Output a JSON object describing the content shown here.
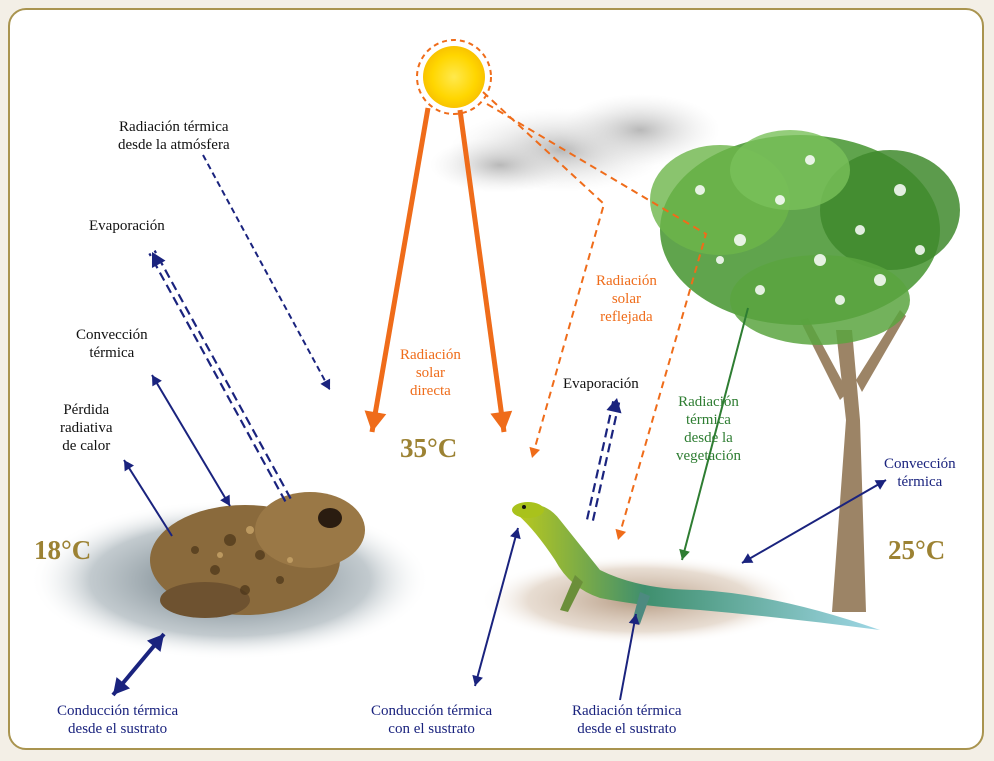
{
  "colors": {
    "frame": "#a9944f",
    "temperature": "#9c8233",
    "solar": "#ef6c1a",
    "heat_flux": "#1a237e",
    "vegetation": "#2e7d32",
    "sun": "#ffd600"
  },
  "temperatures": {
    "left": "18°C",
    "center": "35°C",
    "right": "25°C"
  },
  "labels": {
    "atmosphere_radiation": [
      "Radiación térmica",
      "desde la atmósfera"
    ],
    "evaporation_left": [
      "Evaporación"
    ],
    "convection_left": [
      "Convección",
      "térmica"
    ],
    "radiative_loss": [
      "Pérdida",
      "radiativa",
      "de calor"
    ],
    "direct_solar": [
      "Radiación",
      "solar",
      "directa"
    ],
    "reflected_solar": [
      "Radiación",
      "solar",
      "reflejada"
    ],
    "evaporation_right": [
      "Evaporación"
    ],
    "vegetation_radiation": [
      "Radiación",
      "térmica",
      "desde la",
      "vegetación"
    ],
    "convection_right": [
      "Convección",
      "térmica"
    ],
    "conduction_left": [
      "Conducción térmica",
      "desde el sustrato"
    ],
    "conduction_center": [
      "Conducción térmica",
      "con el sustrato"
    ],
    "substrate_radiation": [
      "Radiación térmica",
      "desde el sustrato"
    ]
  },
  "illustrations": [
    "sun",
    "cloud",
    "tree",
    "toad",
    "lizard"
  ]
}
